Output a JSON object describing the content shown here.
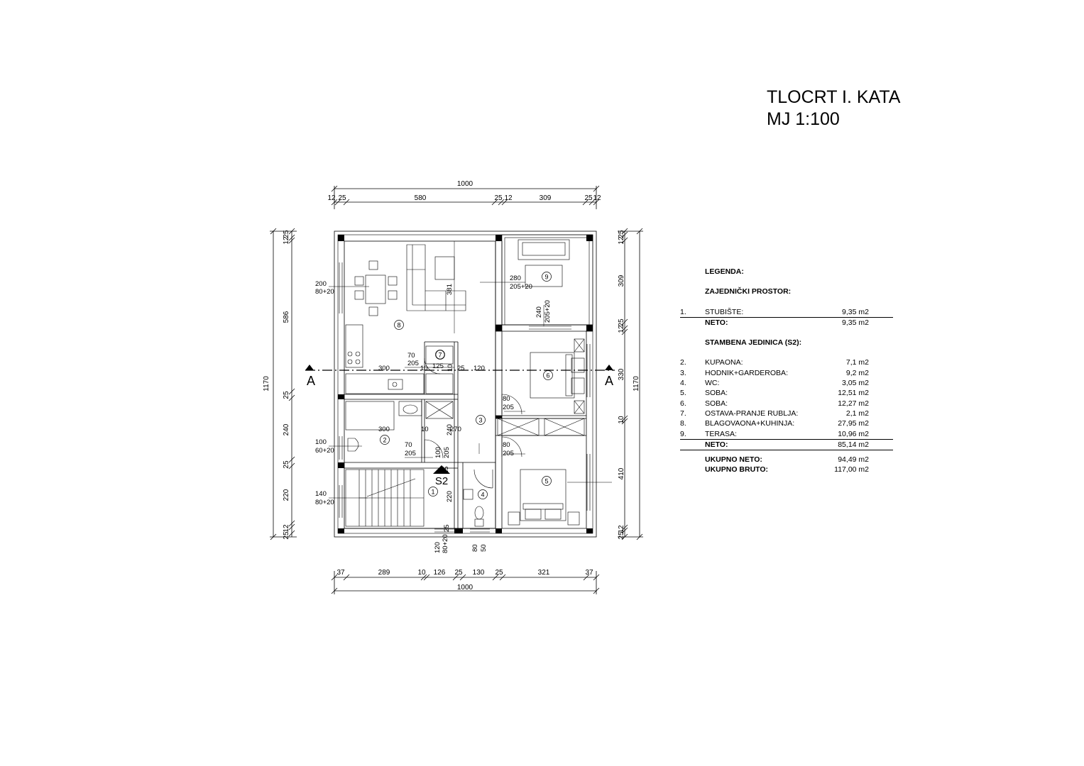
{
  "title": {
    "line1": "TLOCRT I. KATA",
    "line2": "MJ 1:100"
  },
  "legend": {
    "heading": "LEGENDA:",
    "common_heading": "ZAJEDNIČKI PROSTOR:",
    "common_items": [
      {
        "num": "1.",
        "name": "STUBIŠTE:",
        "area": "9,35 m2"
      }
    ],
    "common_net": {
      "label": "NETO:",
      "area": "9,35 m2"
    },
    "unit_heading": "STAMBENA JEDINICA (S2):",
    "unit_items": [
      {
        "num": "2.",
        "name": "KUPAONA:",
        "area": "7,1 m2"
      },
      {
        "num": "3.",
        "name": "HODNIK+GARDEROBA:",
        "area": "9,2 m2"
      },
      {
        "num": "4.",
        "name": "WC:",
        "area": "3,05 m2"
      },
      {
        "num": "5.",
        "name": "SOBA:",
        "area": "12,51 m2"
      },
      {
        "num": "6.",
        "name": "SOBA:",
        "area": "12,27 m2"
      },
      {
        "num": "7.",
        "name": "OSTAVA-PRANJE RUBLJA:",
        "area": "2,1 m2"
      },
      {
        "num": "8.",
        "name": "BLAGOVAONA+KUHINJA:",
        "area": "27,95 m2"
      },
      {
        "num": "9.",
        "name": "TERASA:",
        "area": "10,96 m2"
      }
    ],
    "unit_net": {
      "label": "NETO:",
      "area": "85,14 m2"
    },
    "total_net": {
      "label": "UKUPNO NETO:",
      "area": "94,49 m2"
    },
    "total_gross": {
      "label": "UKUPNO BRUTO:",
      "area": "117,00 m2"
    }
  },
  "plan": {
    "top_total": "1000",
    "top_parts": [
      "12",
      "25",
      "580",
      "25",
      "12",
      "309",
      "25",
      "12"
    ],
    "bottom_parts": [
      "37",
      "289",
      "10",
      "126",
      "25",
      "130",
      "25",
      "321",
      "37"
    ],
    "bottom_total": "1000",
    "left_total": "1170",
    "left_parts": [
      "25",
      "12",
      "586",
      "25",
      "240",
      "25",
      "220",
      "12",
      "25"
    ],
    "right_total": "1170",
    "right_parts": [
      "25",
      "12",
      "309",
      "25",
      "12",
      "330",
      "10",
      "410",
      "12",
      "25"
    ],
    "section_mark": "A",
    "unit_mark": "S2",
    "room_numbers": [
      "1",
      "2",
      "3",
      "4",
      "5",
      "6",
      "7",
      "8",
      "9"
    ],
    "openings": {
      "living_window": [
        "200",
        "80+20"
      ],
      "kitchen_door": [
        "70",
        "205"
      ],
      "terrace_door": [
        "280",
        "205+20"
      ],
      "terrace_window": [
        "240",
        "205+20"
      ],
      "kitchen_width": "300",
      "hall_dims": [
        "10",
        "125",
        "10",
        "25",
        "120"
      ],
      "hall_height": "381",
      "room6_door": [
        "80",
        "205"
      ],
      "bath_width": "300",
      "bath_wall": [
        "10",
        "240",
        "270"
      ],
      "bath_window": [
        "100",
        "60+20"
      ],
      "bath_door": [
        "70",
        "205"
      ],
      "entry_door": [
        "100",
        "205"
      ],
      "room5_door": [
        "80",
        "205"
      ],
      "stair_window": [
        "140",
        "80+20"
      ],
      "stair_depth": "220",
      "small_wall": [
        "25",
        "25"
      ],
      "below_stair": [
        "120",
        "80+20"
      ],
      "below_wc": [
        "80",
        "50"
      ]
    }
  }
}
